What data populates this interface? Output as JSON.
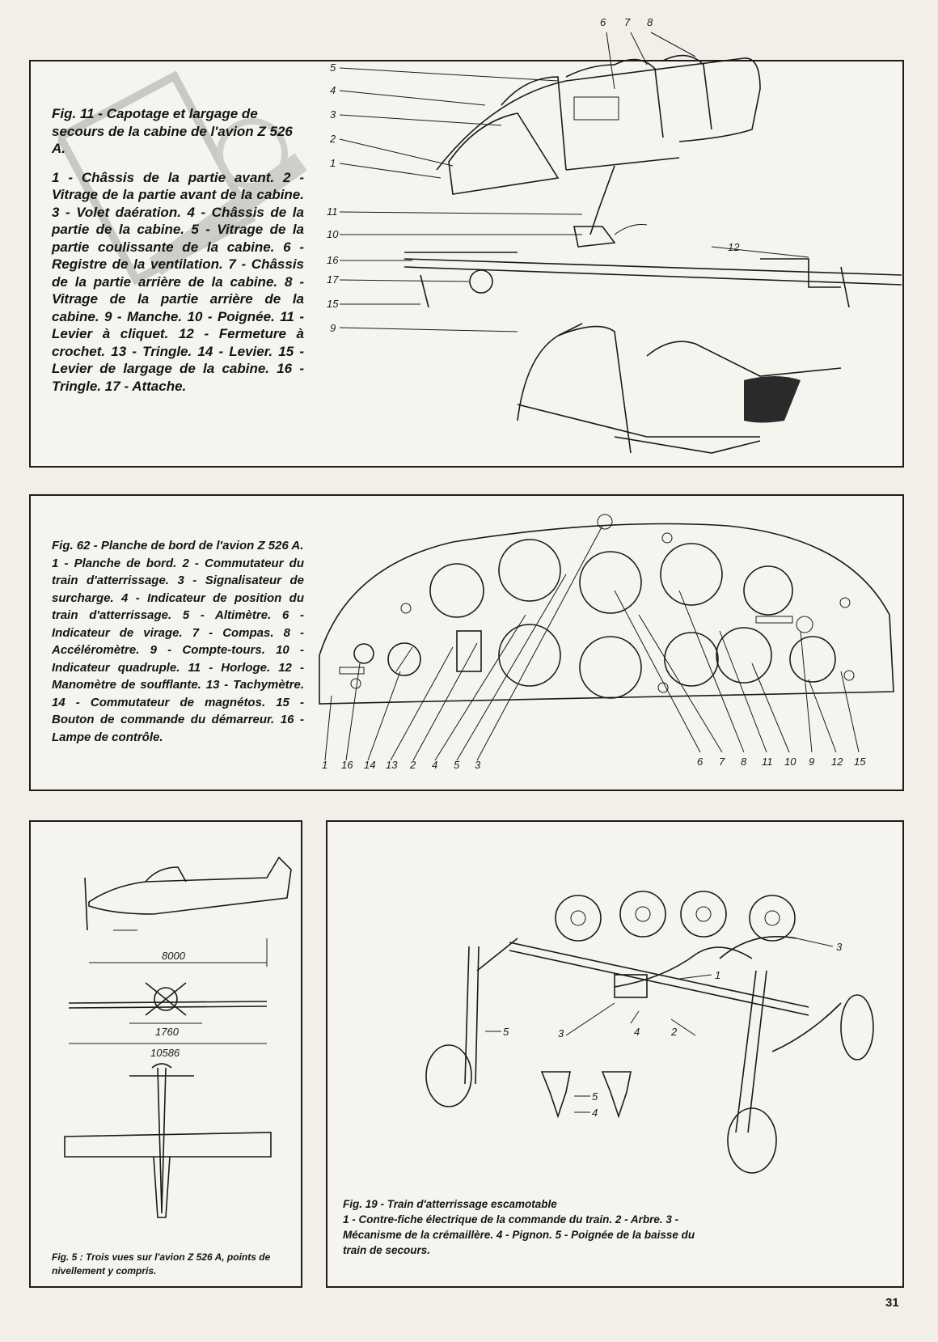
{
  "page_number": "31",
  "fig11": {
    "title": "Fig. 11 - Capotage et largage de secours de la cabine de l'avion Z 526 A.",
    "legend": "1 - Châssis de la partie avant. 2 - Vitrage de la partie avant de la cabine. 3 - Volet daération. 4 - Châssis de la partie de la cabine. 5 - Vitrage de la partie coulissante de la cabine. 6 - Registre de la ventilation. 7 - Châssis de la partie arrière de la cabine. 8 - Vitrage de la partie arrière de la cabine. 9 - Manche. 10 - Poignée. 11 - Levier à cliquet. 12 - Fermeture à crochet. 13 - Tringle. 14 - Levier. 15 - Levier de largage de la cabine. 16 - Tringle. 17 - Attache.",
    "callouts_top": [
      "6",
      "7",
      "8"
    ],
    "callouts_left": [
      "5",
      "4",
      "3",
      "2",
      "1",
      "11",
      "10",
      "16",
      "17",
      "15",
      "9"
    ],
    "callout_right": "12"
  },
  "fig62": {
    "title": "Fig. 62 - Planche de bord de l'avion Z 526 A.",
    "legend": "1 - Planche de bord. 2 - Commutateur du train d'atterrissage. 3 - Signalisateur de surcharge. 4 - Indicateur de position du train d'atterrissage. 5 - Altimètre. 6 - Indicateur de virage. 7 - Compas. 8 - Accéléromètre. 9 - Compte-tours. 10 - Indicateur quadruple. 11 - Horloge. 12 - Manomètre de soufflante. 13 - Tachymètre. 14 - Commutateur de magnétos. 15 - Bouton de commande du démarreur. 16 - Lampe de contrôle.",
    "callouts_bottom": [
      "1",
      "16",
      "14",
      "13",
      "2",
      "4",
      "5",
      "3",
      "6",
      "7",
      "8",
      "11",
      "10",
      "9",
      "12",
      "15"
    ]
  },
  "fig5": {
    "caption": "Fig. 5 : Trois vues sur l'avion Z 526 A, points de nivellement y compris.",
    "dimensions": [
      "8000",
      "1760",
      "10586"
    ]
  },
  "fig19": {
    "caption": "Fig. 19 - Train d'atterrissage escamotable",
    "legend": "1 - Contre-fiche électrique de la commande du train. 2 - Arbre. 3 - Mécanisme de la crémaillère. 4 - Pignon. 5 - Poignée de la baisse du train de secours.",
    "callouts": [
      "1",
      "2",
      "3",
      "4",
      "5",
      "4",
      "3",
      "5"
    ]
  }
}
